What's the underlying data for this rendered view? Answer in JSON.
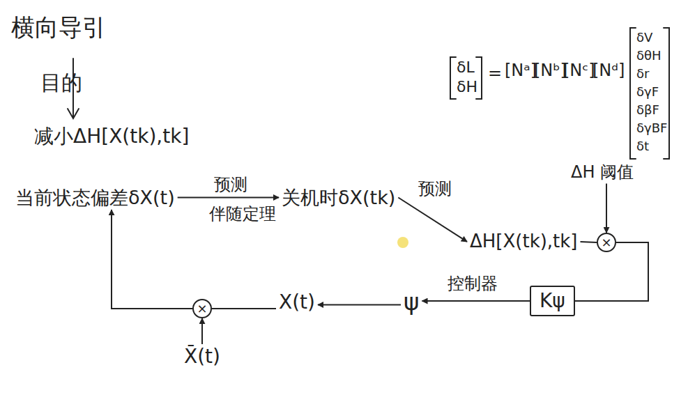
{
  "diagram": {
    "title": "横向导引",
    "nodes": [
      {
        "text": [
          "减小ΔH[X(tk),tk]"
        ]
      },
      {
        "text": [
          "当前状态偏差δX(t)"
        ]
      },
      {
        "text": [
          "关机时δX(tk)"
        ]
      },
      {
        "text": [
          "ΔH[X(tk),tk]"
        ]
      },
      {
        "text": [
          "×"
        ]
      },
      {
        "text": [
          "ΔH 阈值"
        ]
      },
      {
        "text": [
          "Kψ"
        ]
      },
      {
        "text": [
          "ψ"
        ]
      },
      {
        "text": [
          "X(t)"
        ]
      },
      {
        "text": [
          "×"
        ]
      },
      {
        "text": [
          "X̄(t)"
        ]
      }
    ],
    "edges": [
      {
        "from": 1,
        "to": 2,
        "label": "预测",
        "arrow": "to"
      },
      {
        "from": 2,
        "to": 3,
        "label": "预测",
        "arrow": "to"
      },
      {
        "from": 3,
        "to": 4,
        "arrow": "none"
      },
      {
        "from": 5,
        "to": 4,
        "arrow": "to"
      },
      {
        "from": 4,
        "to": 6,
        "arrow": "none"
      },
      {
        "from": 6,
        "to": 7,
        "label": "控制器",
        "arrow": "to"
      },
      {
        "from": 7,
        "to": 8,
        "arrow": "to"
      },
      {
        "from": 8,
        "to": 9,
        "arrow": "none"
      },
      {
        "from": 10,
        "to": 9,
        "arrow": "to"
      },
      {
        "from": 9,
        "to": 1,
        "arrow": "to"
      }
    ],
    "labels": [
      "目的",
      "伴随定理",
      "δL",
      "δH",
      "=",
      "[Nᵃ]",
      "[Nᵇ]",
      "[Nᶜ]",
      "[Nᵈ]",
      "δV",
      "δθH",
      "δr",
      "δγF",
      "δβF",
      "δγBF",
      "δt"
    ]
  }
}
